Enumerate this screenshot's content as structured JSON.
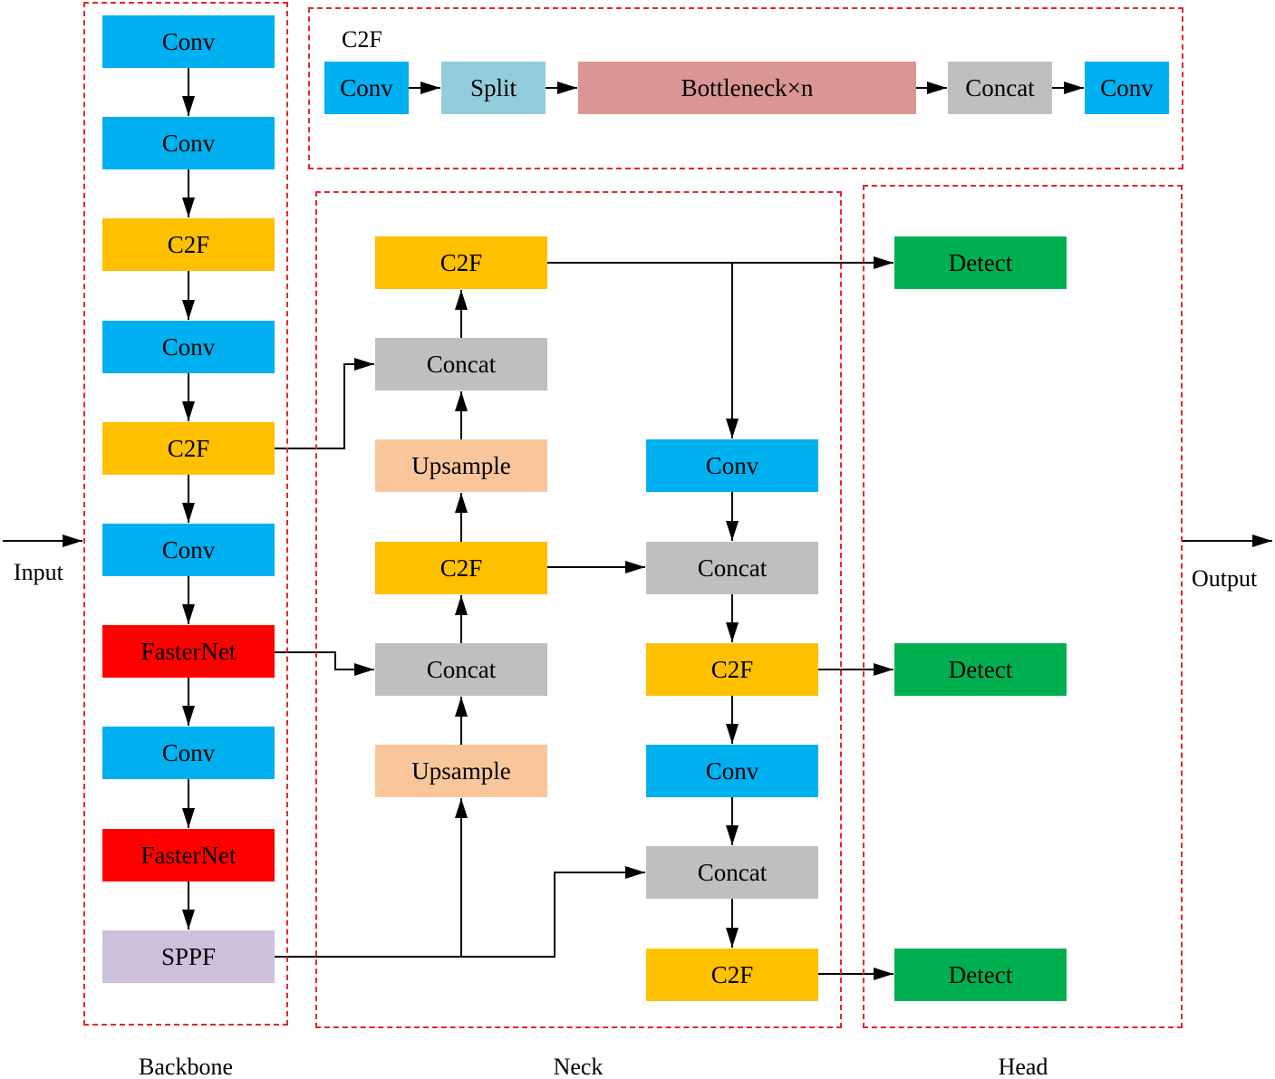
{
  "colors": {
    "conv": "#00b0f0",
    "c2f": "#ffc000",
    "fasternet": "#ff0000",
    "sppf": "#ccc1da",
    "concat": "#bfbfbf",
    "upsample": "#f8c69a",
    "split": "#92cddc",
    "bottleneck": "#d99694",
    "detect": "#00b050",
    "group_border": "#e3262a"
  },
  "io": {
    "input": "Input",
    "output": "Output"
  },
  "legend": {
    "title": "C2F",
    "blocks": [
      {
        "label": "Conv",
        "kind": "conv"
      },
      {
        "label": "Split",
        "kind": "split"
      },
      {
        "label": "Bottleneck×n",
        "kind": "bottleneck"
      },
      {
        "label": "Concat",
        "kind": "concat"
      },
      {
        "label": "Conv",
        "kind": "conv"
      }
    ]
  },
  "backbone": {
    "title": "Backbone",
    "blocks": [
      {
        "label": "Conv",
        "kind": "conv"
      },
      {
        "label": "Conv",
        "kind": "conv"
      },
      {
        "label": "C2F",
        "kind": "c2f"
      },
      {
        "label": "Conv",
        "kind": "conv"
      },
      {
        "label": "C2F",
        "kind": "c2f"
      },
      {
        "label": "Conv",
        "kind": "conv"
      },
      {
        "label": "FasterNet",
        "kind": "fasternet"
      },
      {
        "label": "Conv",
        "kind": "conv"
      },
      {
        "label": "FasterNet",
        "kind": "fasternet"
      },
      {
        "label": "SPPF",
        "kind": "sppf"
      }
    ]
  },
  "neck": {
    "title": "Neck",
    "left_column": [
      {
        "label": "C2F",
        "kind": "c2f"
      },
      {
        "label": "Concat",
        "kind": "concat"
      },
      {
        "label": "Upsample",
        "kind": "upsample"
      },
      {
        "label": "C2F",
        "kind": "c2f"
      },
      {
        "label": "Concat",
        "kind": "concat"
      },
      {
        "label": "Upsample",
        "kind": "upsample"
      }
    ],
    "right_column": [
      {
        "label": "Conv",
        "kind": "conv"
      },
      {
        "label": "Concat",
        "kind": "concat"
      },
      {
        "label": "C2F",
        "kind": "c2f"
      },
      {
        "label": "Conv",
        "kind": "conv"
      },
      {
        "label": "Concat",
        "kind": "concat"
      },
      {
        "label": "C2F",
        "kind": "c2f"
      }
    ]
  },
  "head": {
    "title": "Head",
    "blocks": [
      {
        "label": "Detect",
        "kind": "detect"
      },
      {
        "label": "Detect",
        "kind": "detect"
      },
      {
        "label": "Detect",
        "kind": "detect"
      }
    ]
  }
}
